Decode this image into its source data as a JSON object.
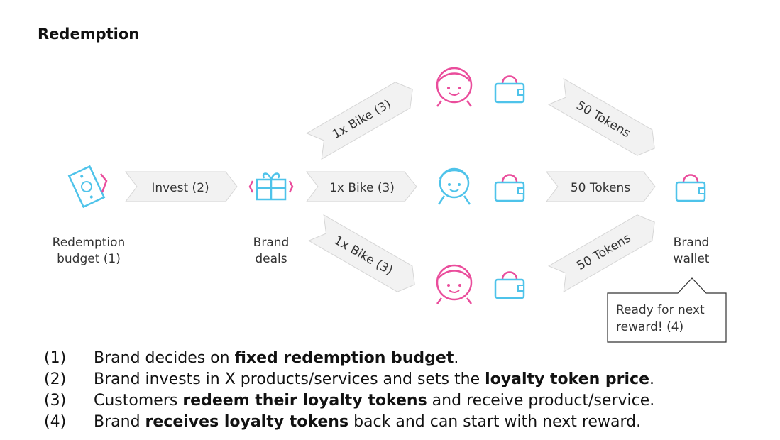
{
  "title": "Redemption",
  "arrows": {
    "invest": "Invest (2)",
    "bike_top": "1x Bike (3)",
    "bike_mid": "1x Bike (3)",
    "bike_bottom": "1x Bike (3)",
    "tokens_top": "50 Tokens",
    "tokens_mid": "50 Tokens",
    "tokens_bottom": "50 Tokens"
  },
  "nodes": {
    "budget_line1": "Redemption",
    "budget_line2": "budget (1)",
    "deals_line1": "Brand",
    "deals_line2": "deals",
    "wallet_line1": "Brand",
    "wallet_line2": "wallet"
  },
  "callout": {
    "line1": "Ready for next",
    "line2": "reward! (4)"
  },
  "legend": [
    {
      "num": "(1)",
      "pre": "Brand decides on ",
      "bold": "fixed redemption budget",
      "post": "."
    },
    {
      "num": "(2)",
      "pre": "Brand invests in X products/services and sets the ",
      "bold": "loyalty token price",
      "post": "."
    },
    {
      "num": "(3)",
      "pre": "Customers ",
      "bold": "redeem their loyalty tokens",
      "post": " and receive product/service."
    },
    {
      "num": "(4)",
      "pre": "Brand ",
      "bold": "receives loyalty tokens",
      "post": " back and can start with next reward."
    }
  ],
  "colors": {
    "blue": "#4ec3ea",
    "pink": "#ea4d9c",
    "arrow_fill": "#f2f2f2",
    "arrow_stroke": "#d6d6d6"
  }
}
